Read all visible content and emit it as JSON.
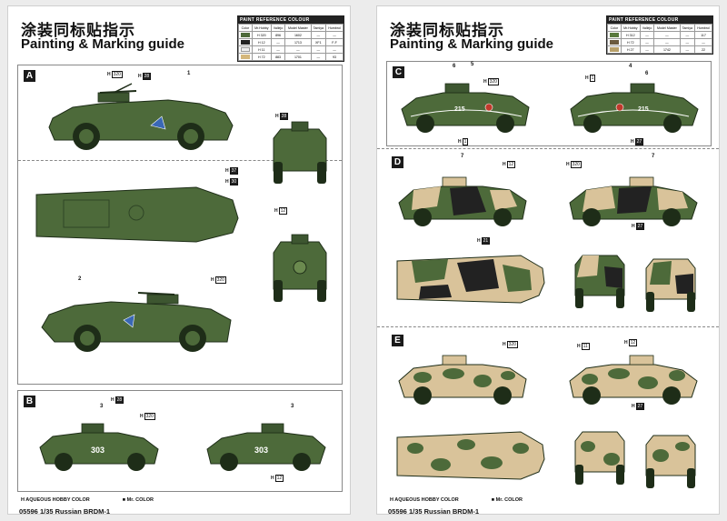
{
  "title_cn": "涂装同标贴指示",
  "title_en": "Painting & Marking guide",
  "paint_table": {
    "heading": "PAINT  REFERENCE COLOUR",
    "columns": [
      "Color",
      "Mr.Hobby",
      "Vallejo",
      "Model Master",
      "Tamiya",
      "Humbrol"
    ],
    "rows": [
      {
        "color": "Dark Green",
        "swatch": "#4d6a3a",
        "mrhobby": "H 320",
        "vallejo": "896",
        "modelmaster": "1602",
        "tamiya": "—",
        "humbrol": "—"
      },
      {
        "color": "Flat Black",
        "swatch": "#222222",
        "mrhobby": "H 12",
        "vallejo": "—",
        "modelmaster": "1713",
        "tamiya": "XF1",
        "humbrol": "F-F"
      },
      {
        "color": "Flat White",
        "swatch": "#f0f0f0",
        "mrhobby": "H 11",
        "vallejo": "—",
        "modelmaster": "—",
        "tamiya": "—",
        "humbrol": "—"
      },
      {
        "color": "Desert Yellow",
        "swatch": "#d4b77c",
        "mrhobby": "H 72",
        "vallejo": "883",
        "modelmaster": "1701",
        "tamiya": "—",
        "humbrol": "93"
      }
    ],
    "rows_right": [
      {
        "color": "Green",
        "swatch": "#5a7a3e",
        "mrhobby": "H 312",
        "vallejo": "—",
        "modelmaster": "—",
        "tamiya": "—",
        "humbrol": "117"
      },
      {
        "color": "Dark Earth",
        "swatch": "#6b5a3e",
        "mrhobby": "H 72",
        "vallejo": "—",
        "modelmaster": "—",
        "tamiya": "—",
        "humbrol": "—"
      },
      {
        "color": "Khaki",
        "swatch": "#b8a06a",
        "mrhobby": "H 27",
        "vallejo": "—",
        "modelmaster": "1742",
        "tamiya": "—",
        "humbrol": "22"
      }
    ]
  },
  "sections_left": [
    "A",
    "B"
  ],
  "sections_right": [
    "C",
    "D",
    "E"
  ],
  "callouts": {
    "h320": "320",
    "h28": "28",
    "h12": "12",
    "h37": "37",
    "h30": "30",
    "h1": "1",
    "h27": "27",
    "h21": "21",
    "h11": "11"
  },
  "numbers": {
    "n1": "1",
    "n2": "2",
    "n3": "3",
    "n4": "4",
    "n5": "5",
    "n6": "6",
    "n7": "7"
  },
  "hull_numbers": {
    "b": "303",
    "c": "215"
  },
  "legend": {
    "aqueous": "H AQUEOUS HOBBY COLOR",
    "mrcolor": "■ Mr. COLOR"
  },
  "model": "05596  1/35  Russian BRDM-1",
  "colors": {
    "green": "#4d6a3a",
    "green_light": "#6b8a4f",
    "green_dark": "#2f4526",
    "sand": "#d9c39a",
    "black": "#222222"
  }
}
